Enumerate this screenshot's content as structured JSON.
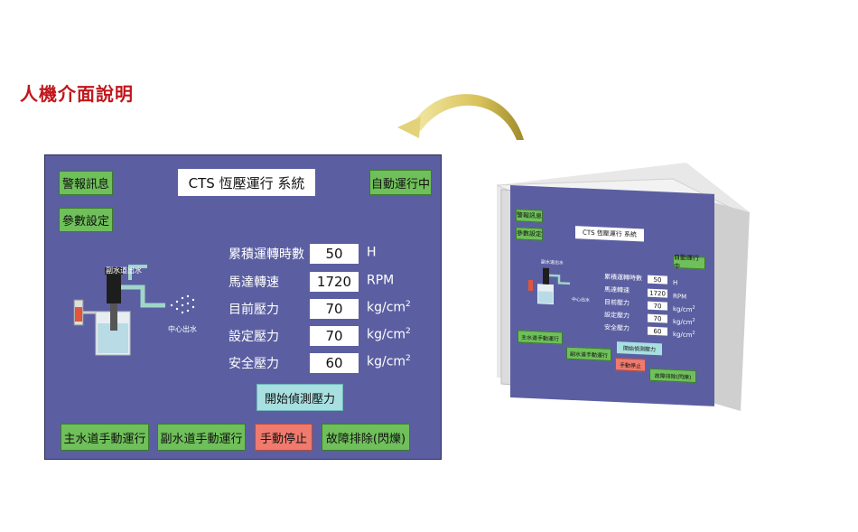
{
  "page_title": "人機介面說明",
  "panel": {
    "title": "CTS 恆壓運行 系統",
    "alarm_button": "警報訊息",
    "params_button": "參數設定",
    "status_button": "自動運行中",
    "sub_outlet_label": "副水道出水",
    "center_outlet_label": "中心出水",
    "readings": [
      {
        "label": "累積運轉時數",
        "value": "50",
        "unit": "H",
        "sup": ""
      },
      {
        "label": "馬達轉速",
        "value": "1720",
        "unit": "RPM",
        "sup": ""
      },
      {
        "label": "目前壓力",
        "value": "70",
        "unit": "kg/cm",
        "sup": "2"
      },
      {
        "label": "設定壓力",
        "value": "70",
        "unit": "kg/cm",
        "sup": "2"
      },
      {
        "label": "安全壓力",
        "value": "60",
        "unit": "kg/cm",
        "sup": "2"
      }
    ],
    "detect_button": "開始偵測壓力",
    "main_manual_button": "主水道手動運行",
    "sub_manual_button": "副水道手動運行",
    "stop_button": "手動停止",
    "fault_button": "故障排除(閃爍)"
  },
  "colors": {
    "panel_bg": "#5b5fa1",
    "green_button": "#6fc05a",
    "red_button": "#ef7a6d",
    "cyan_button": "#a8dfe1",
    "heading": "#c0161b"
  }
}
